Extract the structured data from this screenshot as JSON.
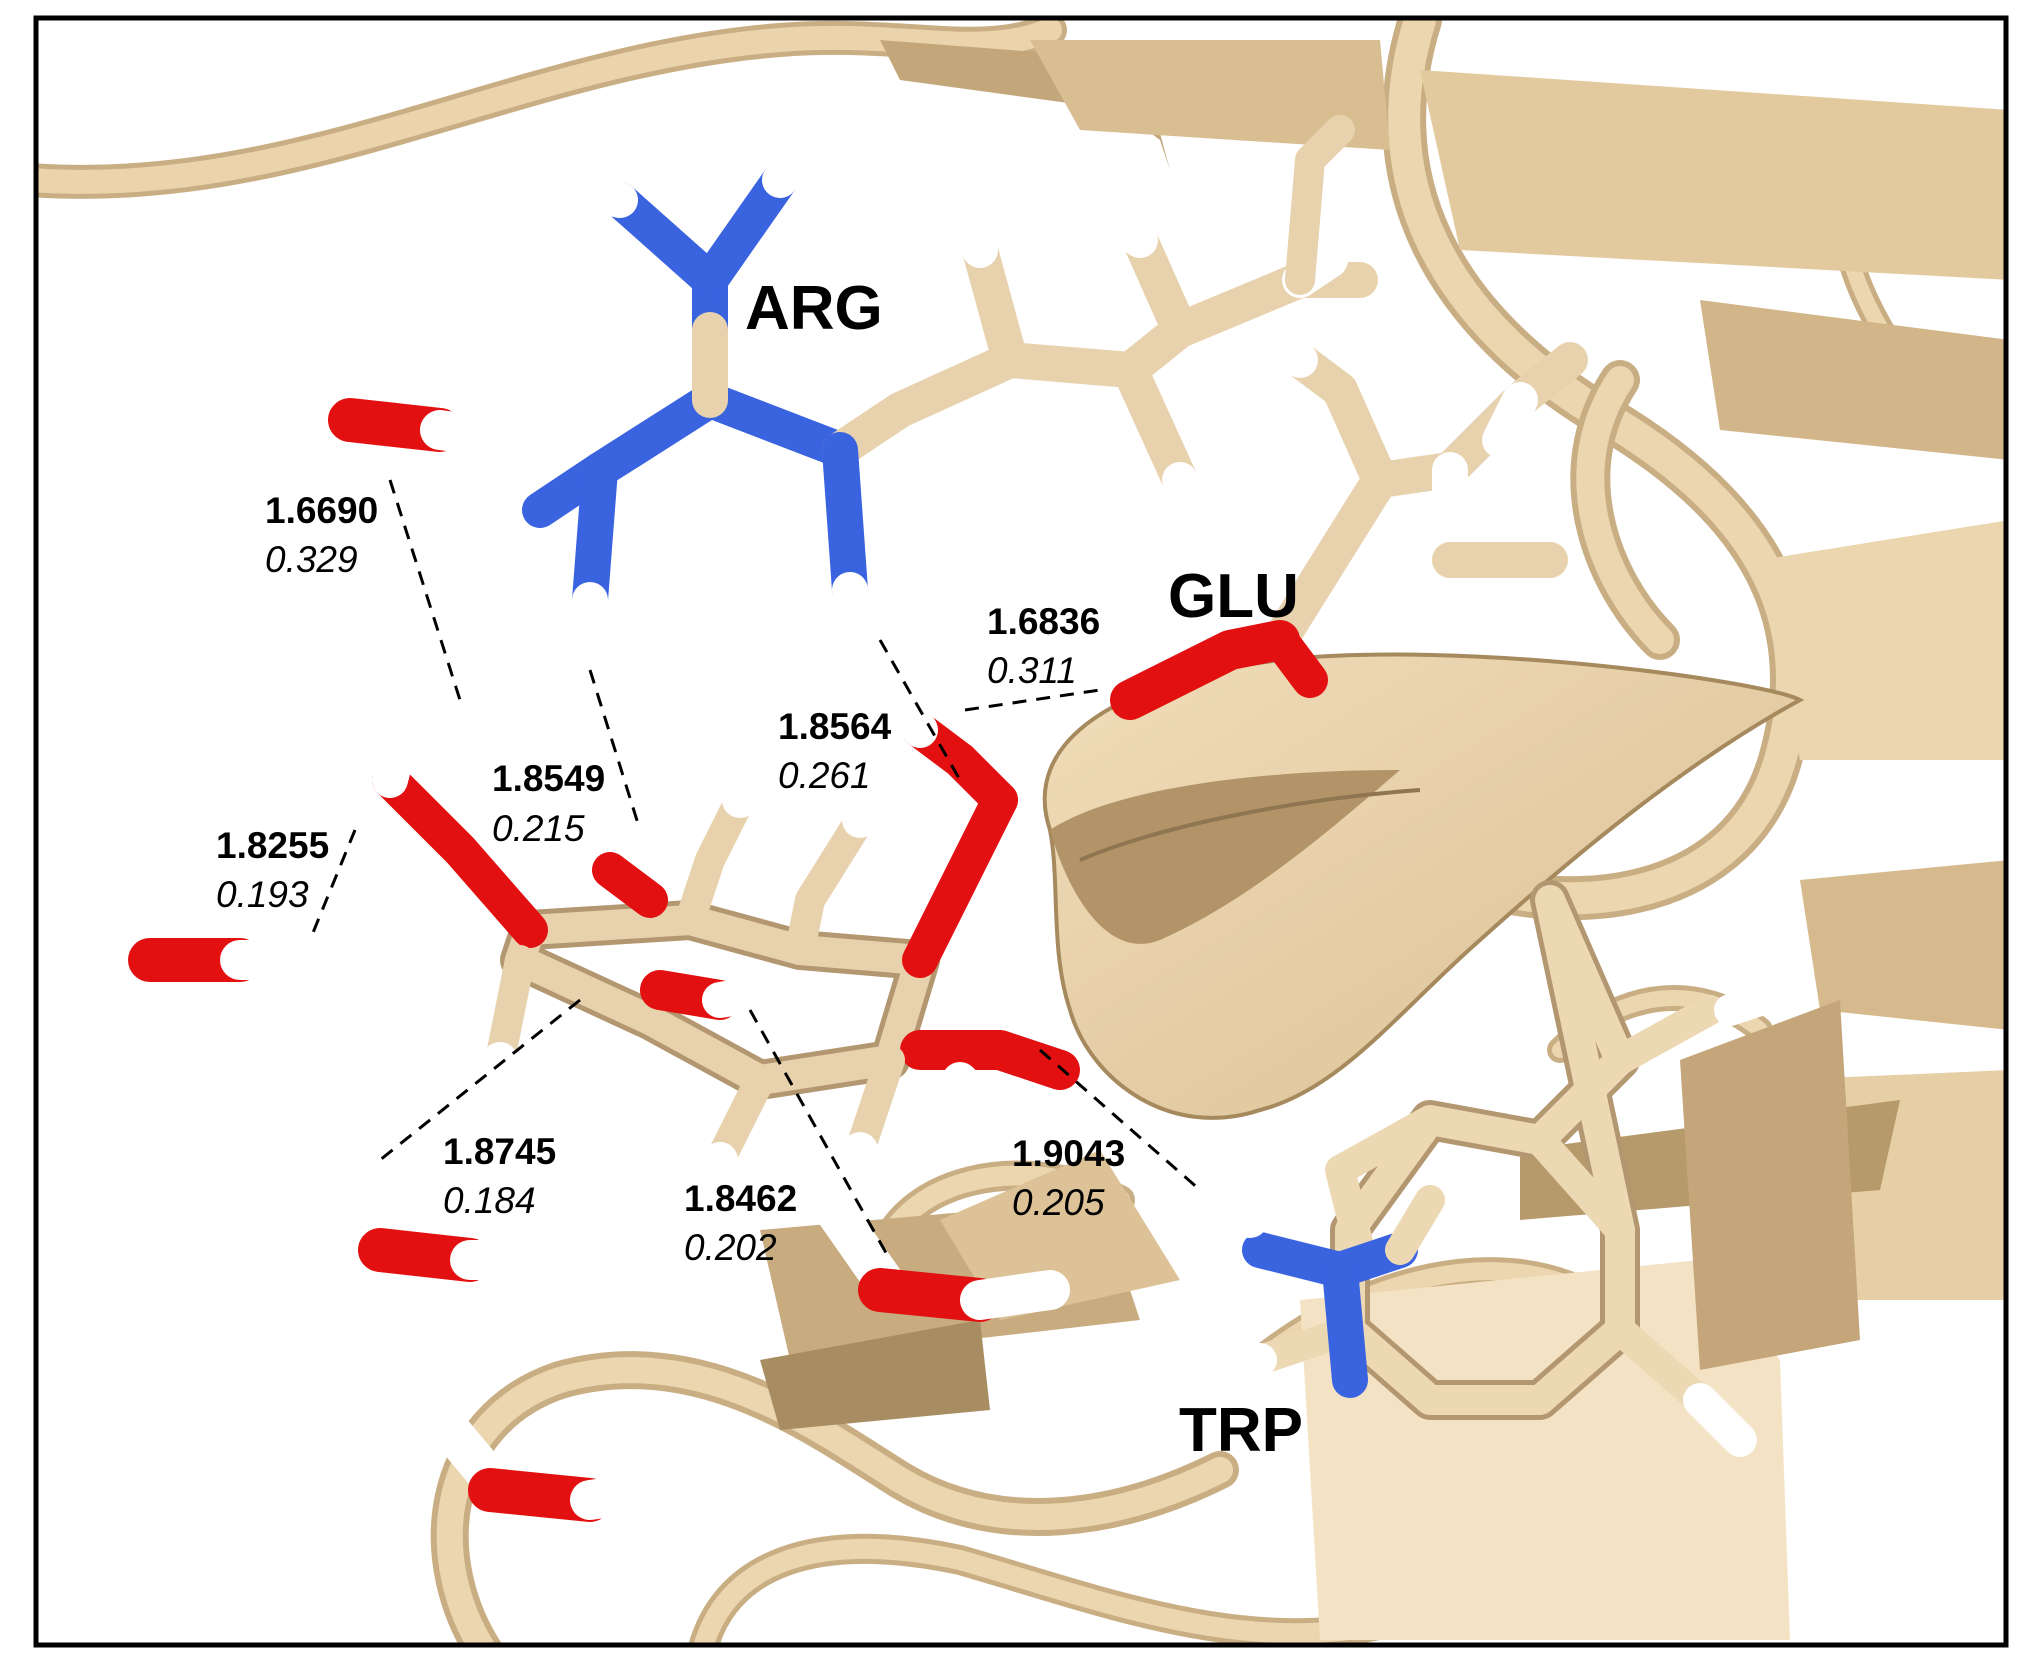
{
  "residues": {
    "arg": "ARG",
    "glu": "GLU",
    "trp": "TRP"
  },
  "hbonds": [
    {
      "distance": "1.6690",
      "energy": "0.329"
    },
    {
      "distance": "1.6836",
      "energy": "0.311"
    },
    {
      "distance": "1.8564",
      "energy": "0.261"
    },
    {
      "distance": "1.8549",
      "energy": "0.215"
    },
    {
      "distance": "1.8255",
      "energy": "0.193"
    },
    {
      "distance": "1.8745",
      "energy": "0.184"
    },
    {
      "distance": "1.8462",
      "energy": "0.202"
    },
    {
      "distance": "1.9043",
      "energy": "0.205"
    }
  ],
  "colors": {
    "ribbon": "#E9D0A6",
    "ribbon_dark": "#B59A72",
    "carbon": "#E8D2AE",
    "oxygen": "#E21010",
    "nitrogen": "#3A63E0",
    "hydrogen": "#FFFFFF",
    "frame": "#000000"
  }
}
